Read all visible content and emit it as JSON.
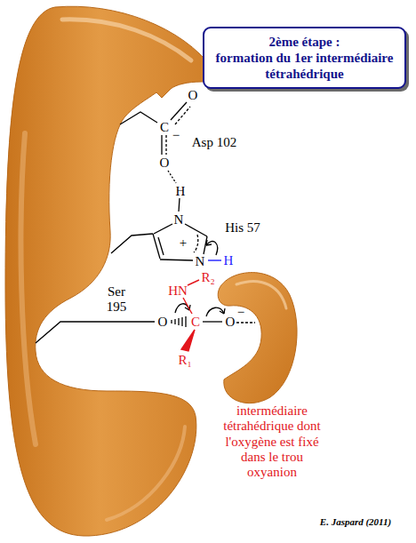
{
  "diagram": {
    "nodes": [
      {
        "text": [
          "2ème étape :",
          "formation du 1er intermédiaire tétrahédrique"
        ]
      }
    ],
    "labels": [
      "O",
      "C",
      "−",
      "O",
      "Asp 102",
      "H",
      "N",
      "+",
      "N",
      "H",
      "His 57",
      "Ser 195",
      "HN",
      "R₂",
      "O",
      "C",
      "R₁",
      "O",
      "−",
      "intermédiaire tétrahédrique dont l'oxygène est fixé dans le trou oxyanion",
      "E. Jaspard (2011)"
    ]
  }
}
